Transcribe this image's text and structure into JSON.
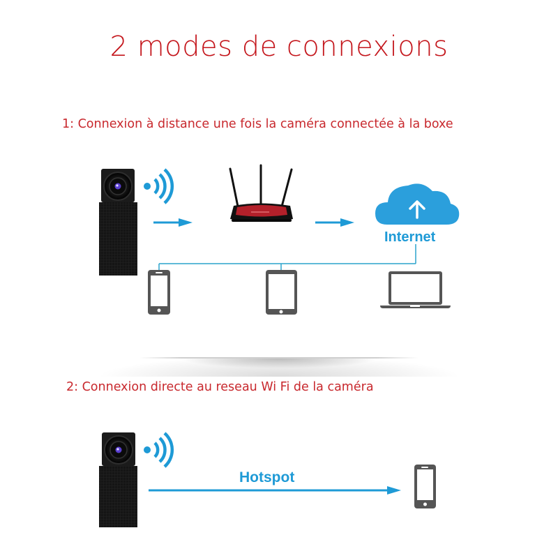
{
  "title": "2 modes de connexions",
  "section1": {
    "heading": "1: Connexion à distance une fois la caméra connectée à la boxe",
    "nodes": [
      "camera",
      "wifi-signal",
      "router",
      "internet-cloud",
      "smartphone",
      "tablet",
      "laptop"
    ],
    "cloud_label": "Internet"
  },
  "section2": {
    "heading": "2: Connexion directe au reseau Wi Fi de la caméra",
    "nodes": [
      "camera",
      "wifi-signal",
      "smartphone"
    ],
    "link_label": "Hotspot"
  },
  "colors": {
    "title_red": "#c4161c",
    "accent_blue": "#1e9ad6",
    "device_gray": "#555555",
    "router_red": "#b3202a",
    "camera_black": "#1a1a1a"
  }
}
